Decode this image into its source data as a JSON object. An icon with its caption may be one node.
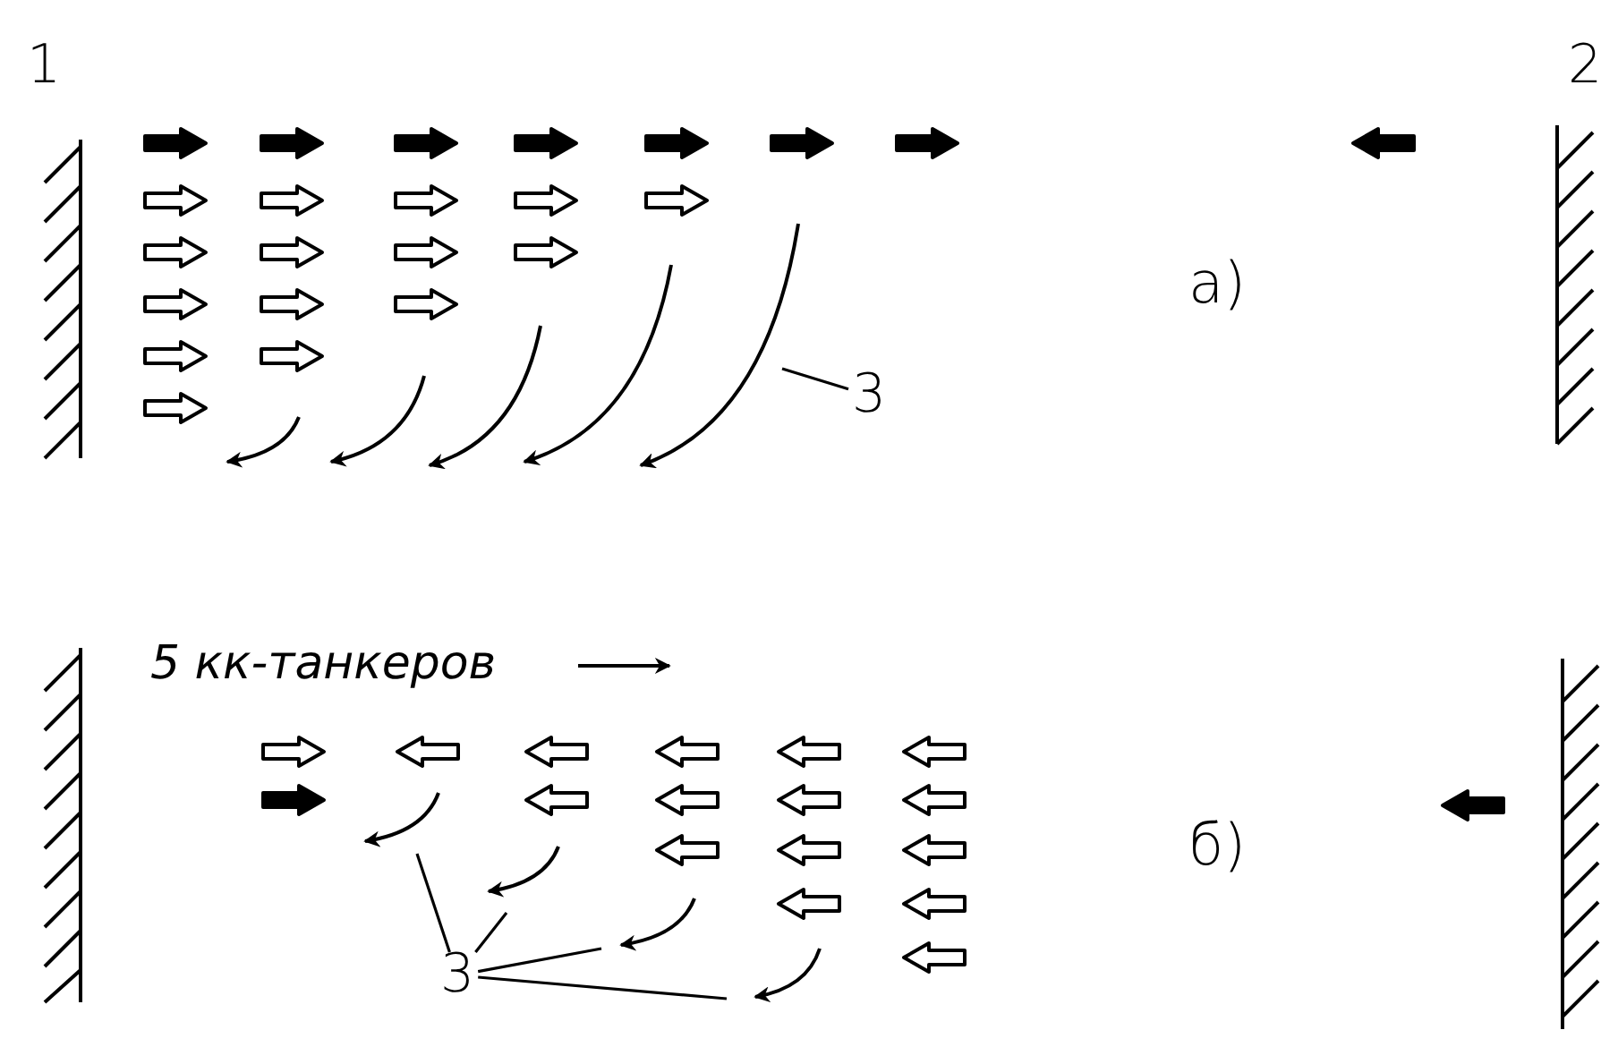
{
  "diagram": {
    "nodes": [
      {
        "text": [
          "3"
        ]
      },
      {
        "text": [
          "3"
        ]
      }
    ],
    "edges": [
      {
        "from": 0,
        "to": null,
        "arrow": "none"
      },
      {
        "from": 1,
        "to": null,
        "arrow": "none"
      },
      {
        "from": 1,
        "to": null,
        "arrow": "none"
      },
      {
        "from": 1,
        "to": null,
        "arrow": "none"
      },
      {
        "from": 1,
        "to": null,
        "arrow": "none"
      }
    ],
    "labels": [
      "1",
      "2",
      "а)",
      "5 кк-танкеров",
      "б)"
    ]
  }
}
